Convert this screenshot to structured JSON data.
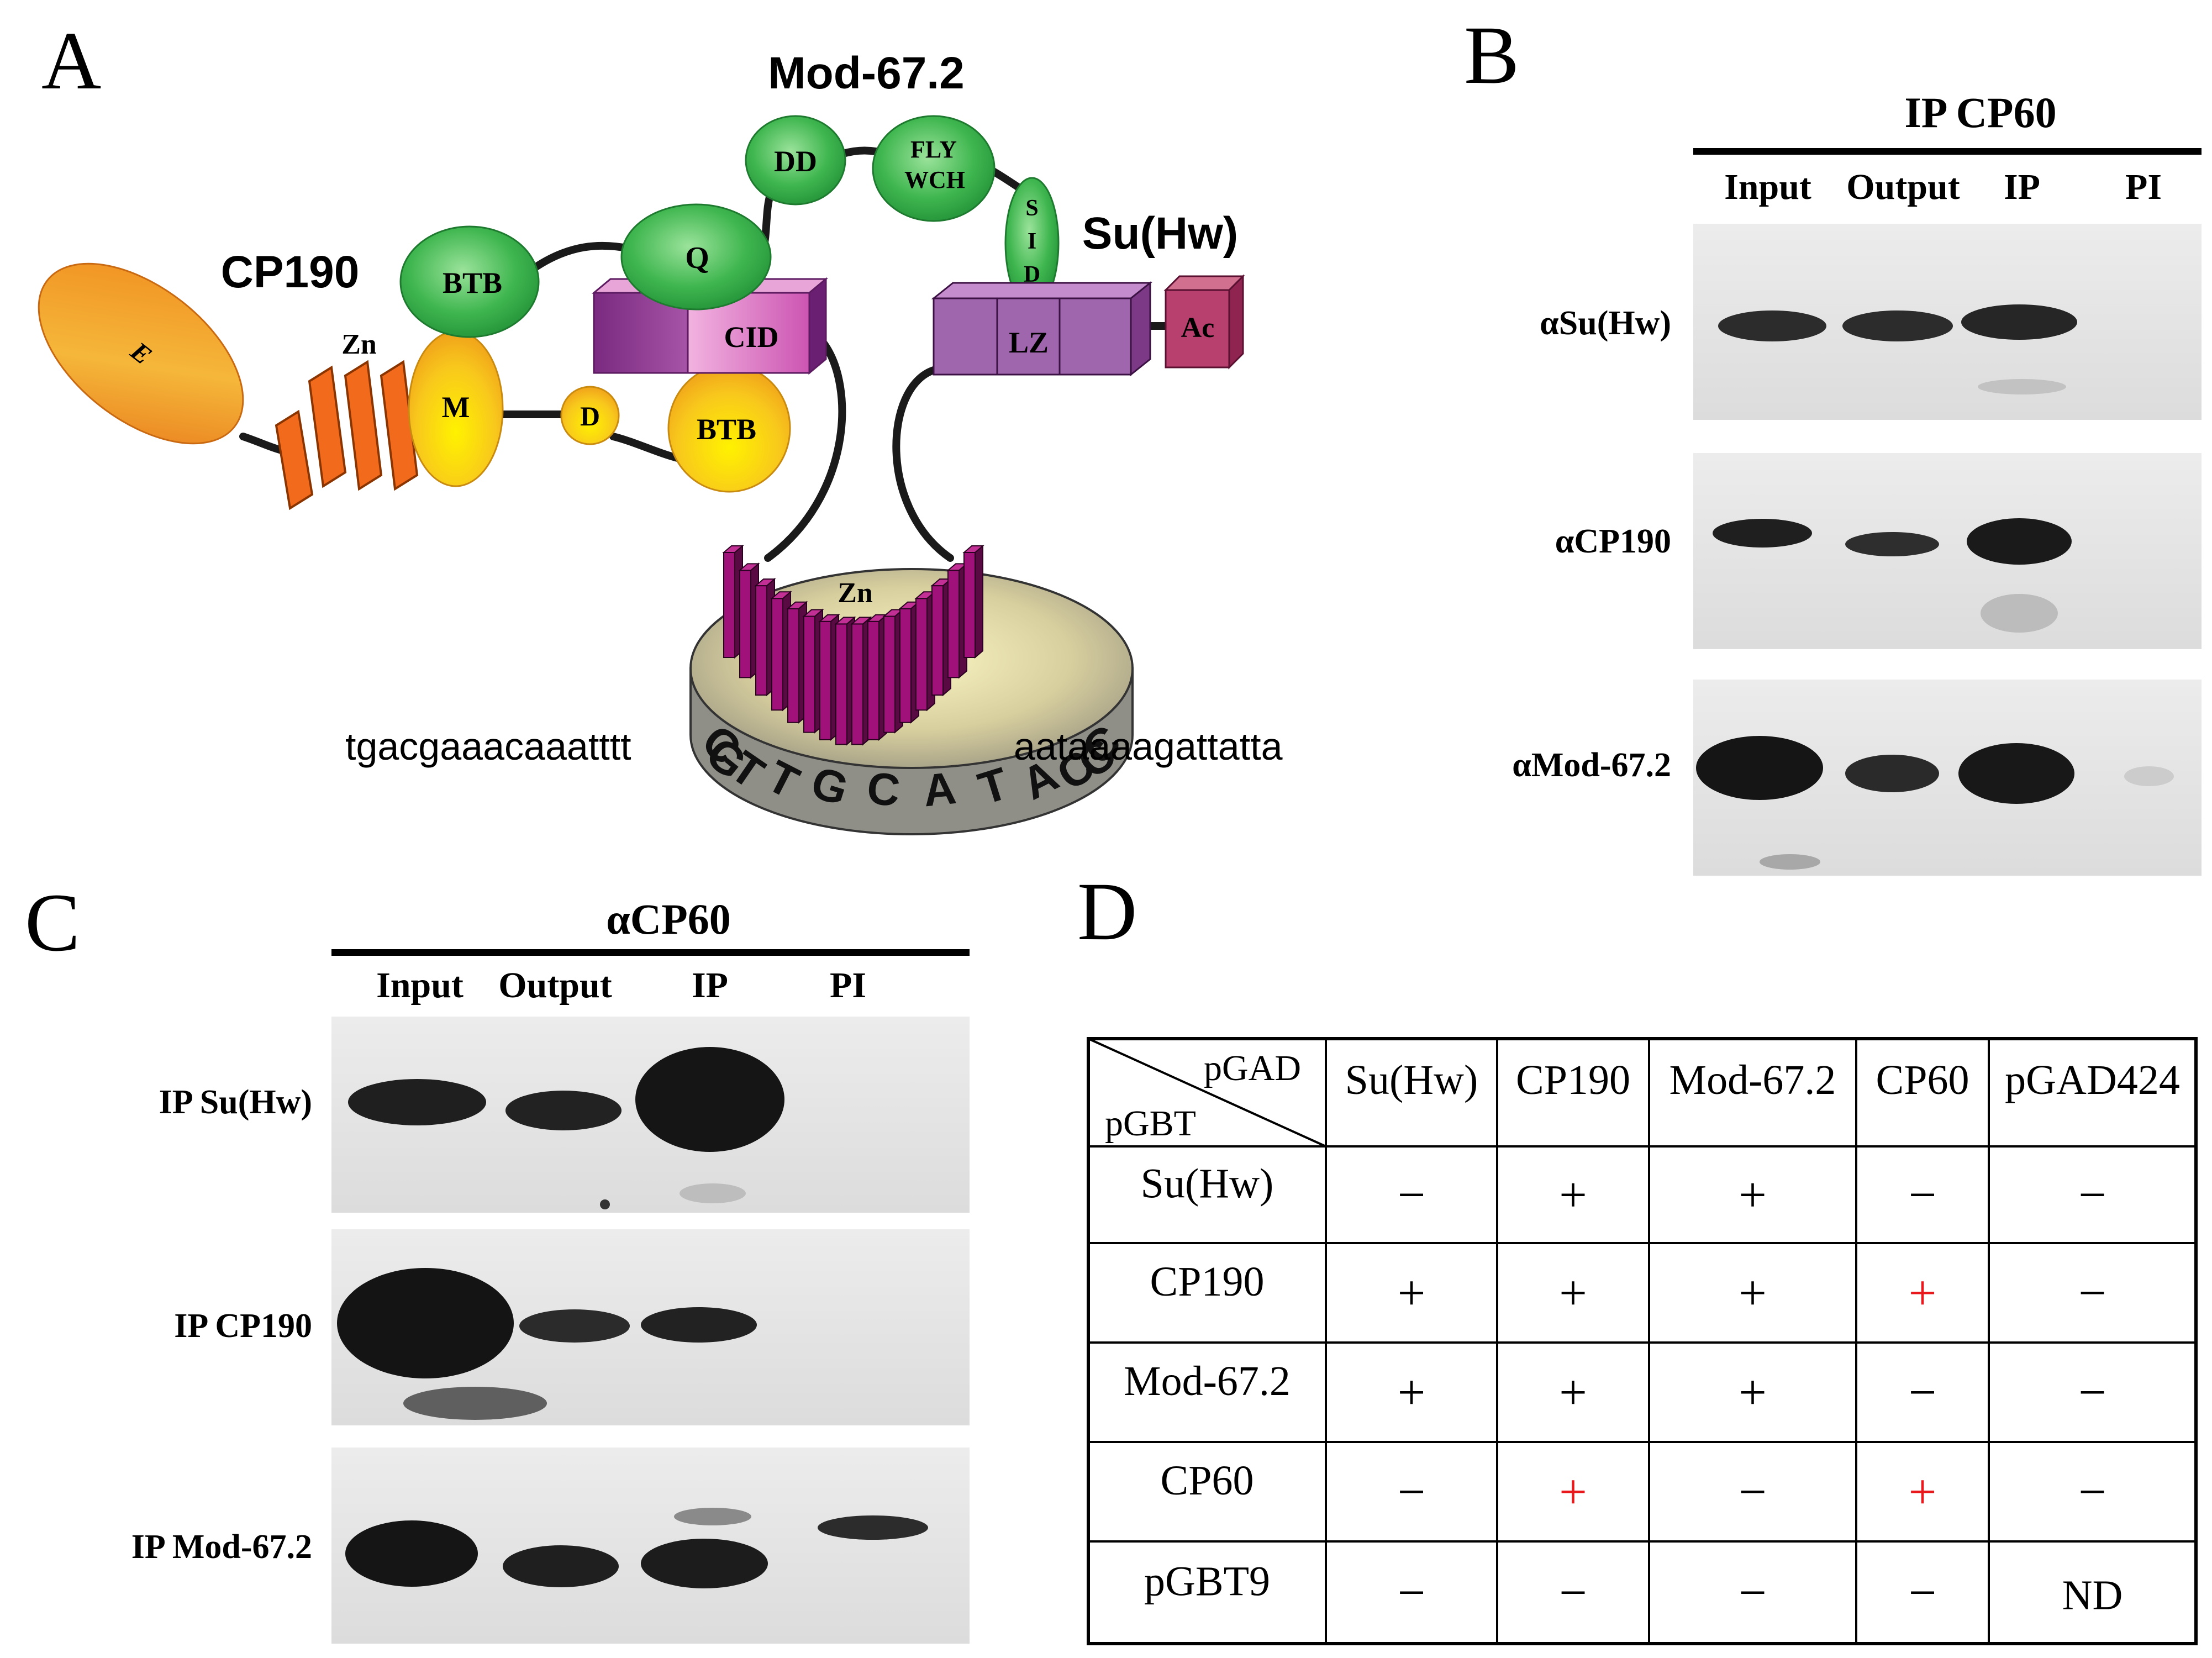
{
  "panels": {
    "a": {
      "letter": "A",
      "proteins": {
        "cp190": "CP190",
        "mod672": "Mod-67.2",
        "suhw": "Su(Hw)"
      },
      "domains": {
        "e": "E",
        "zn": "Zn",
        "m": "M",
        "d": "D",
        "btb_cp190": "BTB",
        "btb_cid": "BTB",
        "cid": "CID",
        "q": "Q",
        "dd": "DD",
        "flywch_1": "FLY",
        "flywch_2": "WCH",
        "sid_s": "S",
        "sid_i": "I",
        "sid_d": "D",
        "lz": "LZ",
        "ac": "Ac",
        "zn_dna": "Zn"
      },
      "dna": {
        "left": "tgacgaaacaaatttt",
        "right": "aataaaagattatta",
        "core": [
          "C",
          "G",
          "T",
          "T",
          "G",
          "C",
          "A",
          "T",
          "A",
          "C",
          "C",
          "C"
        ]
      }
    },
    "b": {
      "letter": "B",
      "title": "IP CP60",
      "lanes": [
        "Input",
        "Output",
        "IP",
        "PI"
      ],
      "rows": [
        "αSu(Hw)",
        "αCP190",
        "αMod-67.2"
      ]
    },
    "c": {
      "letter": "C",
      "title": "αCP60",
      "lanes": [
        "Input",
        "Output",
        "IP",
        "PI"
      ],
      "rows": [
        "IP Su(Hw)",
        "IP CP190",
        "IP Mod-67.2"
      ]
    },
    "d": {
      "letter": "D",
      "corner_top": "pGAD",
      "corner_bottom": "pGBT",
      "columns": [
        "Su(Hw)",
        "CP190",
        "Mod-67.2",
        "CP60",
        "pGAD424"
      ],
      "rows": [
        {
          "label": "Su(Hw)",
          "cells": [
            {
              "v": "−",
              "color": "#000000"
            },
            {
              "v": "+",
              "color": "#000000"
            },
            {
              "v": "+",
              "color": "#000000"
            },
            {
              "v": "−",
              "color": "#000000"
            },
            {
              "v": "−",
              "color": "#000000"
            }
          ]
        },
        {
          "label": "CP190",
          "cells": [
            {
              "v": "+",
              "color": "#000000"
            },
            {
              "v": "+",
              "color": "#000000"
            },
            {
              "v": "+",
              "color": "#000000"
            },
            {
              "v": "+",
              "color": "#e8181c"
            },
            {
              "v": "−",
              "color": "#000000"
            }
          ]
        },
        {
          "label": "Mod-67.2",
          "cells": [
            {
              "v": "+",
              "color": "#000000"
            },
            {
              "v": "+",
              "color": "#000000"
            },
            {
              "v": "+",
              "color": "#000000"
            },
            {
              "v": "−",
              "color": "#000000"
            },
            {
              "v": "−",
              "color": "#000000"
            }
          ]
        },
        {
          "label": "CP60",
          "cells": [
            {
              "v": "−",
              "color": "#000000"
            },
            {
              "v": "+",
              "color": "#e8181c"
            },
            {
              "v": "−",
              "color": "#000000"
            },
            {
              "v": "+",
              "color": "#e8181c"
            },
            {
              "v": "−",
              "color": "#000000"
            }
          ]
        },
        {
          "label": "pGBT9",
          "cells": [
            {
              "v": "−",
              "color": "#000000"
            },
            {
              "v": "−",
              "color": "#000000"
            },
            {
              "v": "−",
              "color": "#000000"
            },
            {
              "v": "−",
              "color": "#000000"
            },
            {
              "v": "ND",
              "color": "#000000"
            }
          ]
        }
      ]
    }
  }
}
